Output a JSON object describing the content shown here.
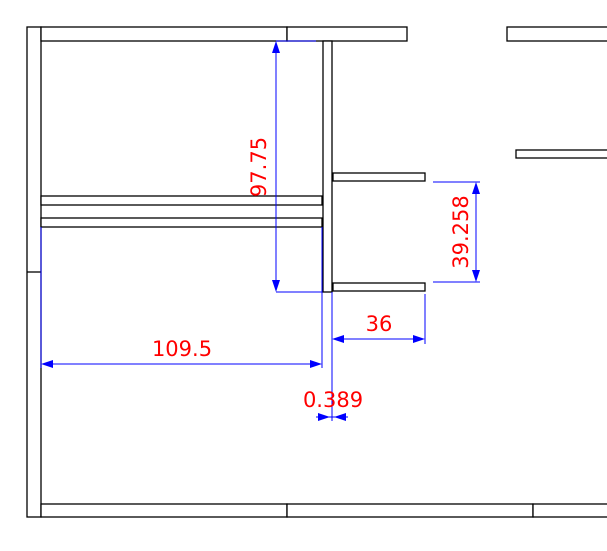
{
  "dimensions": {
    "shelf_height": "97.75",
    "drawer_spacing": "39.258",
    "drawer_depth": "36",
    "shelf_width": "109.5",
    "panel_gap": "0.389"
  },
  "colors": {
    "outline": "#000000",
    "dimension_line": "#0000ff",
    "dimension_text": "#ff0000",
    "background": "#ffffff"
  }
}
